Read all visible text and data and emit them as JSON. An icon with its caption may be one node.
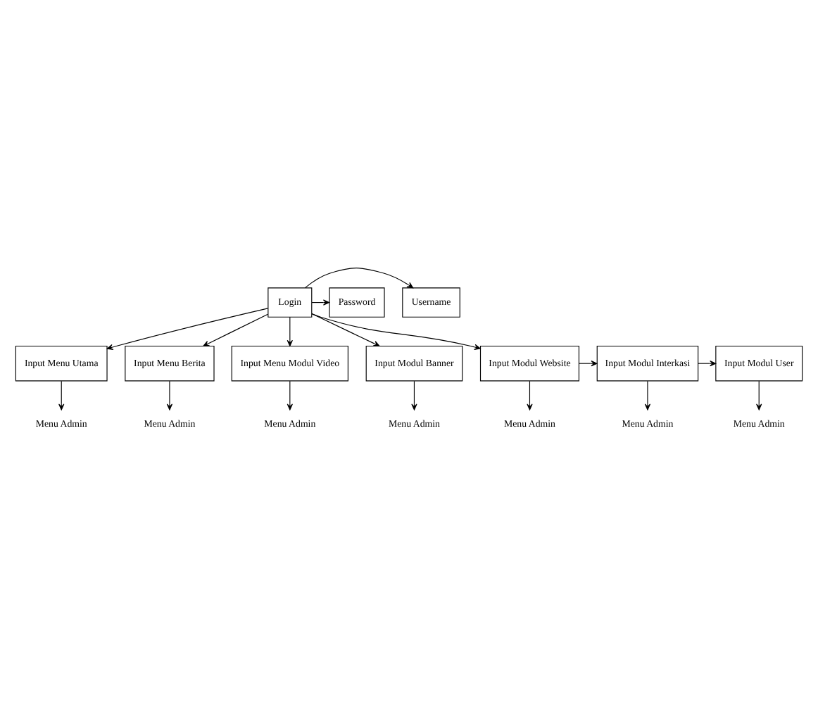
{
  "diagram": {
    "nodes": [
      {
        "text": [
          "Login"
        ]
      },
      {
        "text": [
          "Username"
        ]
      },
      {
        "text": [
          "Password"
        ]
      },
      {
        "text": [
          "Input Menu Utama"
        ]
      },
      {
        "text": [
          "Input Menu Berita"
        ]
      },
      {
        "text": [
          "Input Menu Modul Video"
        ]
      },
      {
        "text": [
          "Input Modul Banner"
        ]
      },
      {
        "text": [
          "Menu Admin"
        ]
      },
      {
        "text": [
          "Menu Admin"
        ]
      },
      {
        "text": [
          "Menu Admin"
        ]
      },
      {
        "text": [
          "Menu Admin"
        ]
      },
      {
        "text": [
          "Input Modul Website"
        ]
      },
      {
        "text": [
          "Input Modul Interkasi"
        ]
      },
      {
        "text": [
          "Input Modul User"
        ]
      },
      {
        "text": [
          "Menu Admin"
        ]
      },
      {
        "text": [
          "Menu Admin"
        ]
      },
      {
        "text": [
          "Menu Admin"
        ]
      }
    ],
    "edges": [
      {
        "from": 0,
        "to": 1,
        "arrow": "to"
      },
      {
        "from": 0,
        "to": 2,
        "arrow": "to"
      },
      {
        "from": 0,
        "to": 3,
        "arrow": "to"
      },
      {
        "from": 0,
        "to": 4,
        "arrow": "to"
      },
      {
        "from": 0,
        "to": 5,
        "arrow": "to"
      },
      {
        "from": 0,
        "to": 6,
        "arrow": "to"
      },
      {
        "from": 3,
        "to": 7,
        "arrow": "to"
      },
      {
        "from": 4,
        "to": 8,
        "arrow": "to"
      },
      {
        "from": 5,
        "to": 9,
        "arrow": "to"
      },
      {
        "from": 6,
        "to": 10,
        "arrow": "to"
      },
      {
        "from": 0,
        "to": 11,
        "arrow": "to"
      },
      {
        "from": 11,
        "to": 12,
        "arrow": "to"
      },
      {
        "from": 12,
        "to": 13,
        "arrow": "to"
      },
      {
        "from": 11,
        "to": 14,
        "arrow": "to"
      },
      {
        "from": 12,
        "to": 15,
        "arrow": "to"
      },
      {
        "from": 13,
        "to": 16,
        "arrow": "to"
      }
    ]
  }
}
